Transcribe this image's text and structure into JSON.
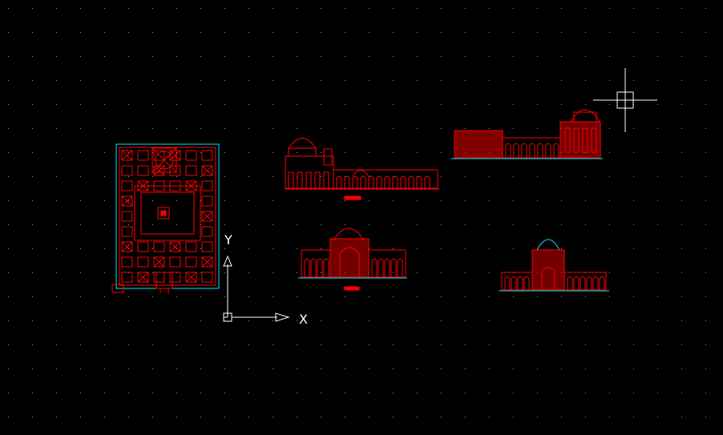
{
  "app": {
    "type": "cad-model-space",
    "background_color": "#000000"
  },
  "colors": {
    "drawing": "#ff0000",
    "ground_line": "#00e5ff",
    "grid_dot": "#9a9a9a",
    "ucs": "#ffffff",
    "crosshair": "#ffffff"
  },
  "ucs_icon": {
    "x_label": "X",
    "y_label": "Y"
  },
  "drawings": [
    {
      "name": "floor-plan",
      "kind": "plan"
    },
    {
      "name": "elevation-1",
      "kind": "section"
    },
    {
      "name": "elevation-2",
      "kind": "section"
    },
    {
      "name": "elevation-3",
      "kind": "elevation"
    },
    {
      "name": "elevation-4",
      "kind": "elevation"
    }
  ]
}
